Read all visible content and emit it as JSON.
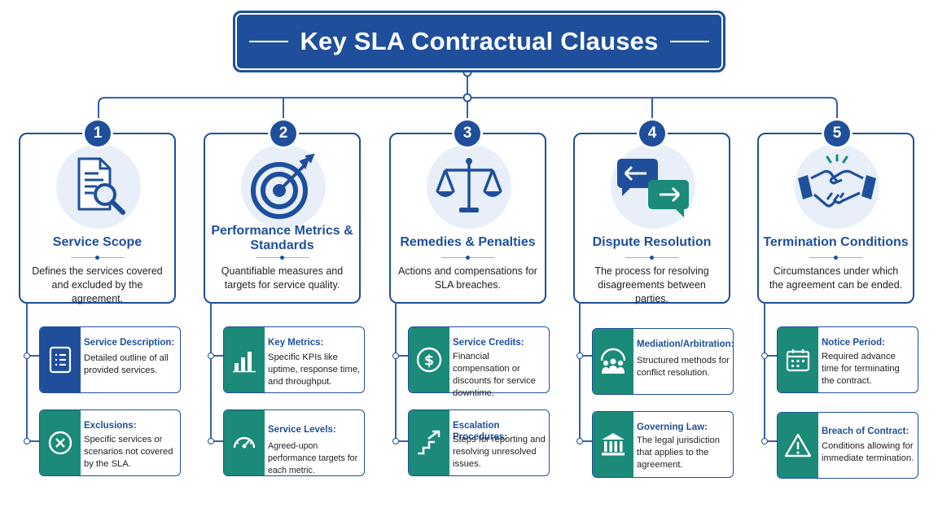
{
  "title": "Key SLA Contractual Clauses",
  "colors": {
    "navy": "#1f4f9b",
    "teal": "#1b8a78",
    "light": "#e8eff9"
  },
  "clauses": [
    {
      "number": "1",
      "title": "Service Scope",
      "icon": "document-search-icon",
      "description": "Defines the services covered and excluded by the agreement.",
      "subs": [
        {
          "title": "Service Description:",
          "text": "Detailed outline of all provided services.",
          "icon": "checklist-icon",
          "band": "navy"
        },
        {
          "title": "Exclusions:",
          "text": "Specific services or scenarios not covered by the SLA.",
          "icon": "x-circle-icon",
          "band": "teal"
        }
      ]
    },
    {
      "number": "2",
      "title": "Performance Metrics & Standards",
      "icon": "target-icon",
      "description": "Quantifiable measures and targets for service quality.",
      "subs": [
        {
          "title": "Key Metrics:",
          "text": "Specific KPIs like uptime, response time, and throughput.",
          "icon": "bar-chart-icon",
          "band": "teal"
        },
        {
          "title": "Service Levels:",
          "text": "Agreed-upon performance targets for each metric.",
          "icon": "gauge-icon",
          "band": "teal"
        }
      ]
    },
    {
      "number": "3",
      "title": "Remedies & Penalties",
      "icon": "scales-icon",
      "description": "Actions and compensations for SLA breaches.",
      "subs": [
        {
          "title": "Service Credits:",
          "text": "Financial compensation or discounts for service downtime.",
          "icon": "dollar-icon",
          "band": "teal"
        },
        {
          "title": "Escalation Procedures:",
          "text": "Steps for reporting and resolving unresolved issues.",
          "icon": "stairs-arrow-icon",
          "band": "teal"
        }
      ]
    },
    {
      "number": "4",
      "title": "Dispute Resolution",
      "icon": "speech-bubbles-icon",
      "description": "The process for resolving disagreements between parties.",
      "subs": [
        {
          "title": "Mediation/Arbitration:",
          "text": "Structured methods for conflict resolution.",
          "icon": "people-group-icon",
          "band": "teal"
        },
        {
          "title": "Governing Law:",
          "text": "The legal jurisdiction that applies to the agreement.",
          "icon": "courthouse-icon",
          "band": "teal"
        }
      ]
    },
    {
      "number": "5",
      "title": "Termination Conditions",
      "icon": "broken-handshake-icon",
      "description": "Circumstances under which the agreement can be ended.",
      "subs": [
        {
          "title": "Notice Period:",
          "text": "Required advance time for terminating the contract.",
          "icon": "calendar-icon",
          "band": "teal"
        },
        {
          "title": "Breach of Contract:",
          "text": "Conditions allowing for immediate termination.",
          "icon": "warning-icon",
          "band": "teal"
        }
      ]
    }
  ]
}
